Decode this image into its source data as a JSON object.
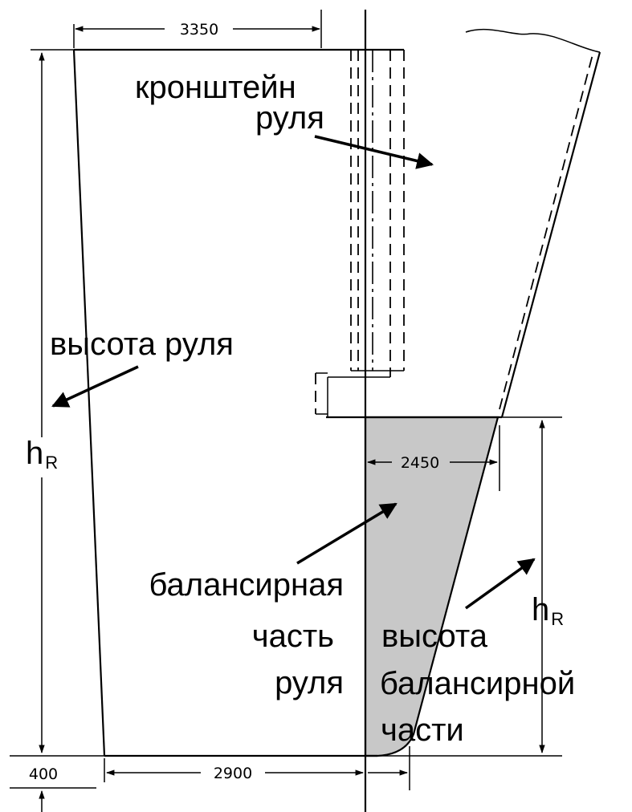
{
  "dimensions": {
    "top_width": "3350",
    "bottom_width": "2900",
    "balance_width": "2450",
    "bottom_offset": "400"
  },
  "labels": {
    "bracket_line1": "кронштейн",
    "bracket_line2": "руля",
    "rudder_height": "высота руля",
    "balance_part_line1": "балансирная",
    "balance_part_line2": "часть",
    "balance_part_line3": "руля",
    "balance_height_line1": "высота",
    "balance_height_line2": "балансирной",
    "balance_height_line3": "части"
  },
  "symbols": {
    "h_main": "h",
    "h_main_sub": "R",
    "h_balance": "h",
    "h_balance_sub": "R"
  },
  "colors": {
    "balance_fill": "#c8c8c8",
    "line": "#000000"
  }
}
